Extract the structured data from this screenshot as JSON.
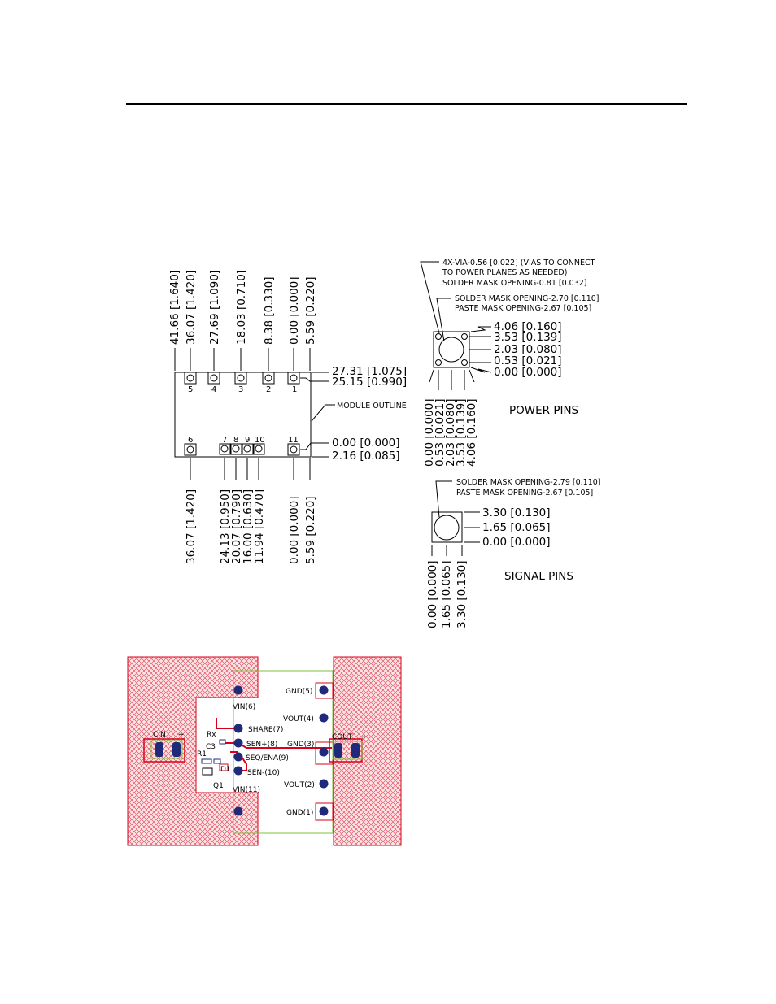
{
  "module": {
    "outline_label": "MODULE OUTLINE",
    "top_pin_numbers": [
      "5",
      "4",
      "3",
      "2",
      "1"
    ],
    "bottom_pin_numbers": [
      "6",
      "7",
      "8",
      "9",
      "10",
      "11"
    ],
    "top_x_dims": [
      "41.66 [1.640]",
      "36.07 [1.420]",
      "27.69 [1.090]",
      "18.03 [0.710]",
      "8.38 [0.330]",
      "0.00 [0.000]",
      "5.59 [0.220]"
    ],
    "bottom_x_dims": [
      "36.07 [1.420]",
      "24.13 [0.950]",
      "20.07 [0.790]",
      "16.00 [0.630]",
      "11.94 [0.470]",
      "0.00 [0.000]",
      "5.59 [0.220]"
    ],
    "y_dims": [
      "27.31 [1.075]",
      "25.15 [0.990]",
      "0.00 [0.000]",
      "2.16 [0.085]"
    ]
  },
  "power_pins": {
    "title": "POWER  PINS",
    "notes": [
      "4X-VIA-0.56 [0.022] (VIAS TO CONNECT",
      "TO POWER PLANES AS NEEDED)",
      "SOLDER MASK OPENING-0.81 [0.032]",
      "SOLDER MASK OPENING-2.70 [0.110]",
      "PASTE MASK OPENING-2.67 [0.105]"
    ],
    "y_dims": [
      "4.06  [0.160]",
      "3.53  [0.139]",
      "2.03  [0.080]",
      "0.53  [0.021]",
      "0.00  [0.000]"
    ],
    "x_dims": [
      "0.00 [0.000]",
      "0.53 [0.021]",
      "2.03 [0.080]",
      "3.53 [0.139]",
      "4.06 [0.160]"
    ]
  },
  "signal_pins": {
    "title": "SIGNAL  PINS",
    "notes": [
      "SOLDER MASK OPENING-2.79 [0.110]",
      "PASTE MASK OPENING-2.67 [0.105]"
    ],
    "y_dims": [
      "3.30  [0.130]",
      "1.65  [0.065]",
      "0.00  [0.000]"
    ],
    "x_dims": [
      "0.00 [0.000]",
      "1.65 [0.065]",
      "3.30 [0.130]"
    ]
  },
  "pcb": {
    "pin_labels": [
      "GND(5)",
      "VIN(6)",
      "VOUT(4)",
      "SHARE(7)",
      "SEN+(8)",
      "GND(3)",
      "SEQ/ENA(9)",
      "SEN-(10)",
      "VOUT(2)",
      "VIN(11)",
      "GND(1)"
    ],
    "component_labels": [
      "CIN",
      "+",
      "COUT",
      "+",
      "Rx",
      "C3",
      "R1",
      "D1",
      "Q1"
    ],
    "colors": {
      "copper": "#d9001b",
      "hatch": "#e23a4a",
      "pad": "#1f2a7a",
      "outline": "#7fbf3f"
    }
  }
}
